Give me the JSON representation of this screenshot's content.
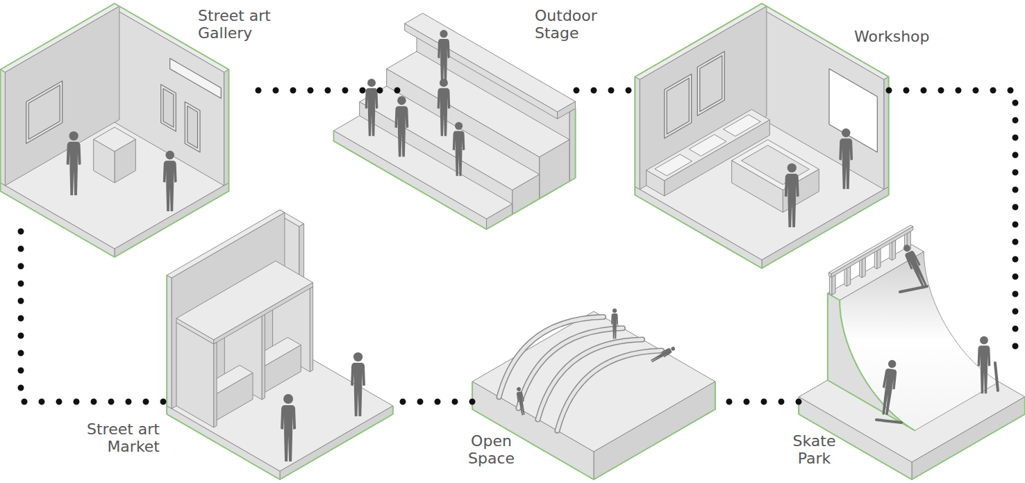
{
  "diagram": {
    "nodes": [
      {
        "text": [
          "Street art Gallery"
        ]
      },
      {
        "text": [
          "Outdoor Stage"
        ]
      },
      {
        "text": [
          "Workshop"
        ]
      },
      {
        "text": [
          "Street art Market"
        ]
      },
      {
        "text": [
          "Open Space"
        ]
      },
      {
        "text": [
          "Skate Park"
        ]
      }
    ],
    "edges": [
      {
        "from": 0,
        "to": 1,
        "arrow": "none"
      },
      {
        "from": 1,
        "to": 2,
        "arrow": "none"
      },
      {
        "from": 2,
        "to": 5,
        "arrow": "none"
      },
      {
        "from": 5,
        "to": 4,
        "arrow": "none"
      },
      {
        "from": 4,
        "to": 3,
        "arrow": "none"
      },
      {
        "from": 3,
        "to": 0,
        "arrow": "none"
      }
    ]
  }
}
